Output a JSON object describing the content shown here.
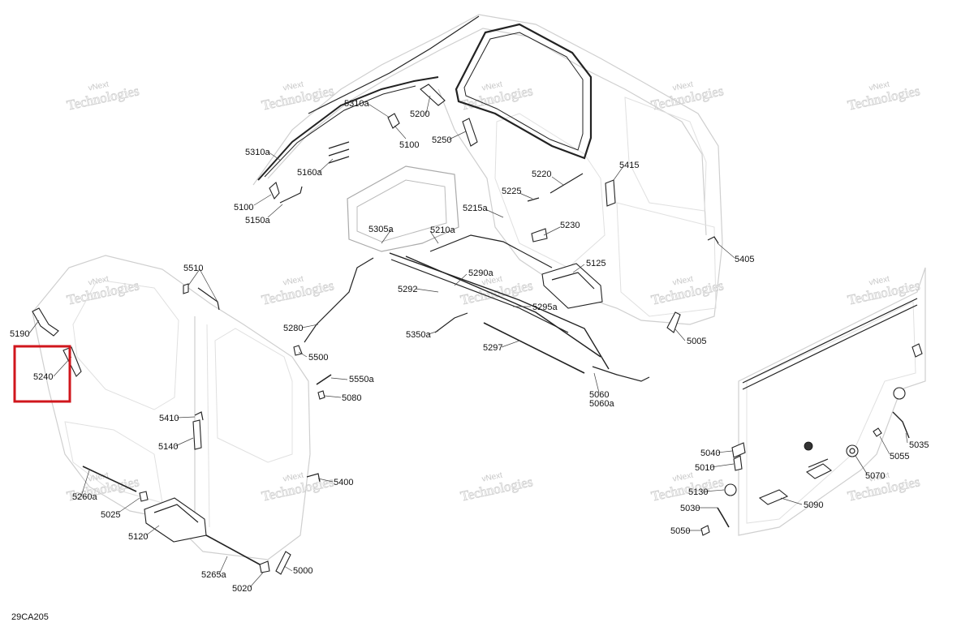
{
  "diagram_code": "29CA205",
  "watermark": {
    "line1": "vNext",
    "line2": "Technologies"
  },
  "highlight": {
    "part": "5240",
    "color": "#d0161c"
  },
  "callouts": {
    "c5310a_1": "5310a",
    "c5200": "5200",
    "c5100_1": "5100",
    "c5250": "5250",
    "c5310a_2": "5310a",
    "c5160a": "5160a",
    "c5100_2": "5100",
    "c5150a": "5150a",
    "c5220": "5220",
    "c5415": "5415",
    "c5225": "5225",
    "c5215a": "5215a",
    "c5230": "5230",
    "c5305a": "5305a",
    "c5210a": "5210a",
    "c5125": "5125",
    "c5405": "5405",
    "c5290a": "5290a",
    "c5292": "5292",
    "c5295a": "5295a",
    "c5280": "5280",
    "c5350a": "5350a",
    "c5297": "5297",
    "c5005": "5005",
    "c5500": "5500",
    "c5060": "5060",
    "c5060a": "5060a",
    "c5510": "5510",
    "c5190": "5190",
    "c5240": "5240",
    "c5550a": "5550a",
    "c5080": "5080",
    "c5410": "5410",
    "c5140": "5140",
    "c5400": "5400",
    "c5260a": "5260a",
    "c5025": "5025",
    "c5120": "5120",
    "c5265a": "5265a",
    "c5000": "5000",
    "c5020": "5020",
    "c5040": "5040",
    "c5010": "5010",
    "c5130": "5130",
    "c5030": "5030",
    "c5050": "5050",
    "c5090": "5090",
    "c5070": "5070",
    "c5055": "5055",
    "c5035": "5035"
  }
}
